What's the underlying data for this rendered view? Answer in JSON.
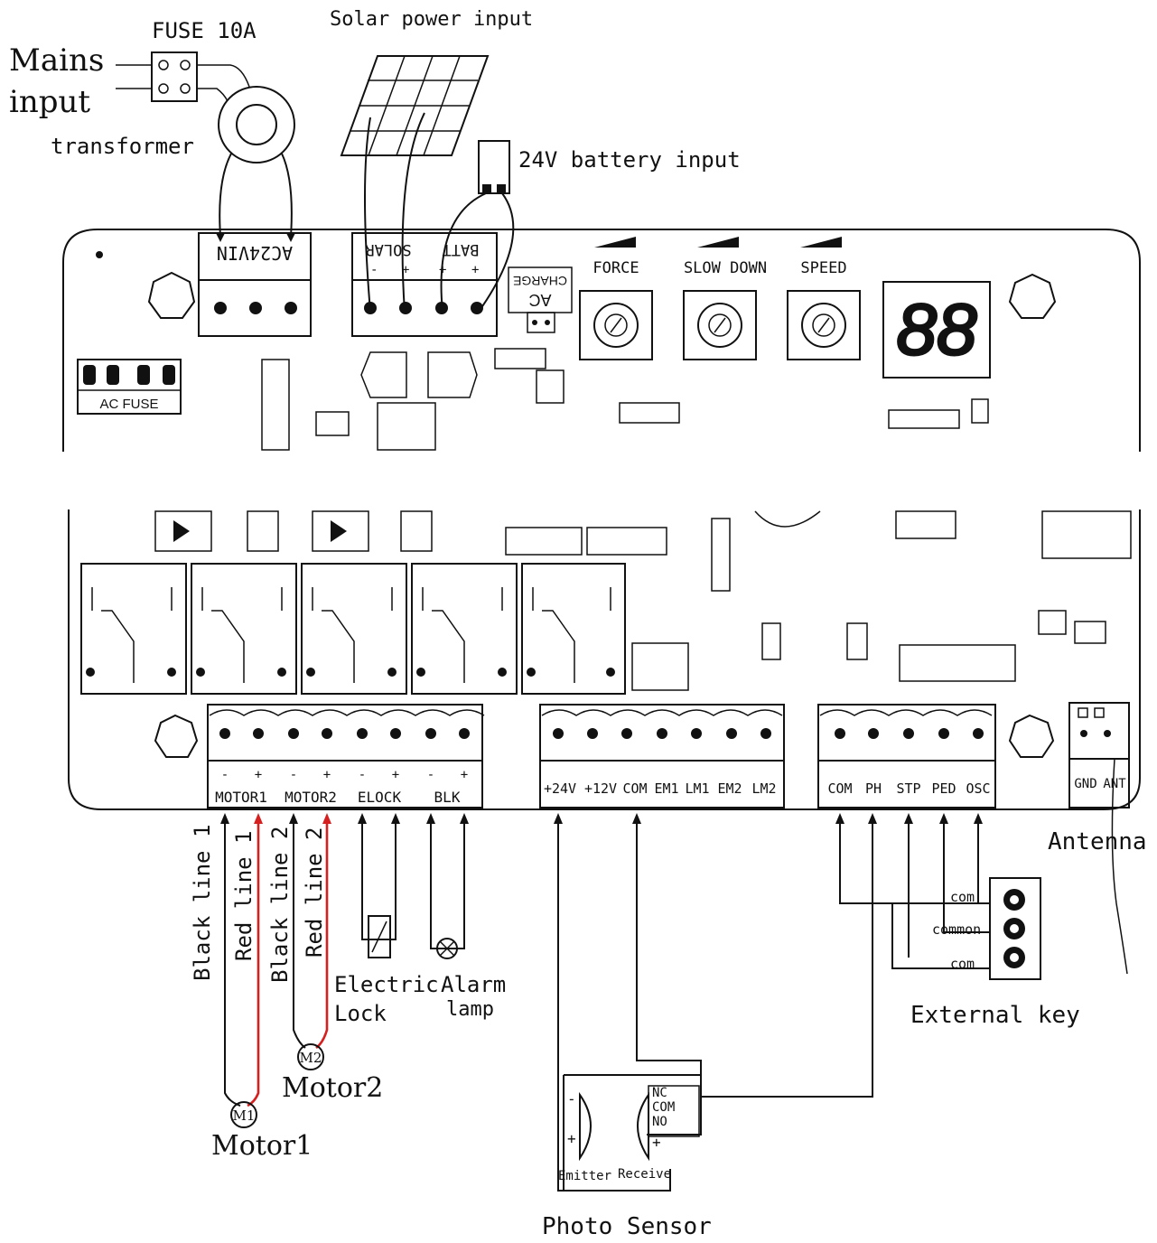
{
  "power": {
    "mains_line1": "Mains",
    "mains_line2": "input",
    "fuse": "FUSE 10A",
    "transformer": "transformer",
    "solar": "Solar power input",
    "battery": "24V battery input"
  },
  "board": {
    "ac24vin": "AC24VIN",
    "solar": "SOLAR",
    "batt": "BATT",
    "ac_charge_line1": "CHARGE",
    "ac_charge_line2": "AC",
    "ac_fuse": "AC FUSE",
    "force": "FORCE",
    "slow_down": "SLOW DOWN",
    "speed": "SPEED",
    "display": "88"
  },
  "terminals": {
    "motor_block": [
      "MOTOR1",
      "MOTOR2",
      "ELOCK",
      "BLK"
    ],
    "polarity": [
      "-",
      "+",
      "-",
      "+",
      "-",
      "+",
      "-",
      "+"
    ],
    "power_block": [
      "+24V",
      "+12V",
      "COM",
      "EM1",
      "LM1",
      "EM2",
      "LM2"
    ],
    "input_block": [
      "COM",
      "PH",
      "STP",
      "PED",
      "OSC"
    ],
    "antenna_block": [
      "GND",
      "ANT"
    ]
  },
  "wiring": {
    "black_line_1": "Black line 1",
    "red_line_1": "Red line 1",
    "black_line_2": "Black line 2",
    "red_line_2": "Red line 2",
    "motor1": "Motor1",
    "motor2": "Motor2",
    "m1": "M1",
    "m2": "M2",
    "electric": "Electric",
    "lock": "Lock",
    "alarm": "Alarm",
    "lamp": "lamp",
    "antenna": "Antenna",
    "external_key": "External key",
    "key_com_top": "com",
    "key_common": "common",
    "key_com_bottom": "com",
    "photo_sensor": "Photo Sensor",
    "emitter": "Emitter",
    "receive": "Receive",
    "nc": "NC",
    "com": "COM",
    "no": "NO",
    "minus": "-",
    "plus": "+"
  },
  "colors": {
    "black_wire": "#111111",
    "red_wire": "#d62020"
  }
}
